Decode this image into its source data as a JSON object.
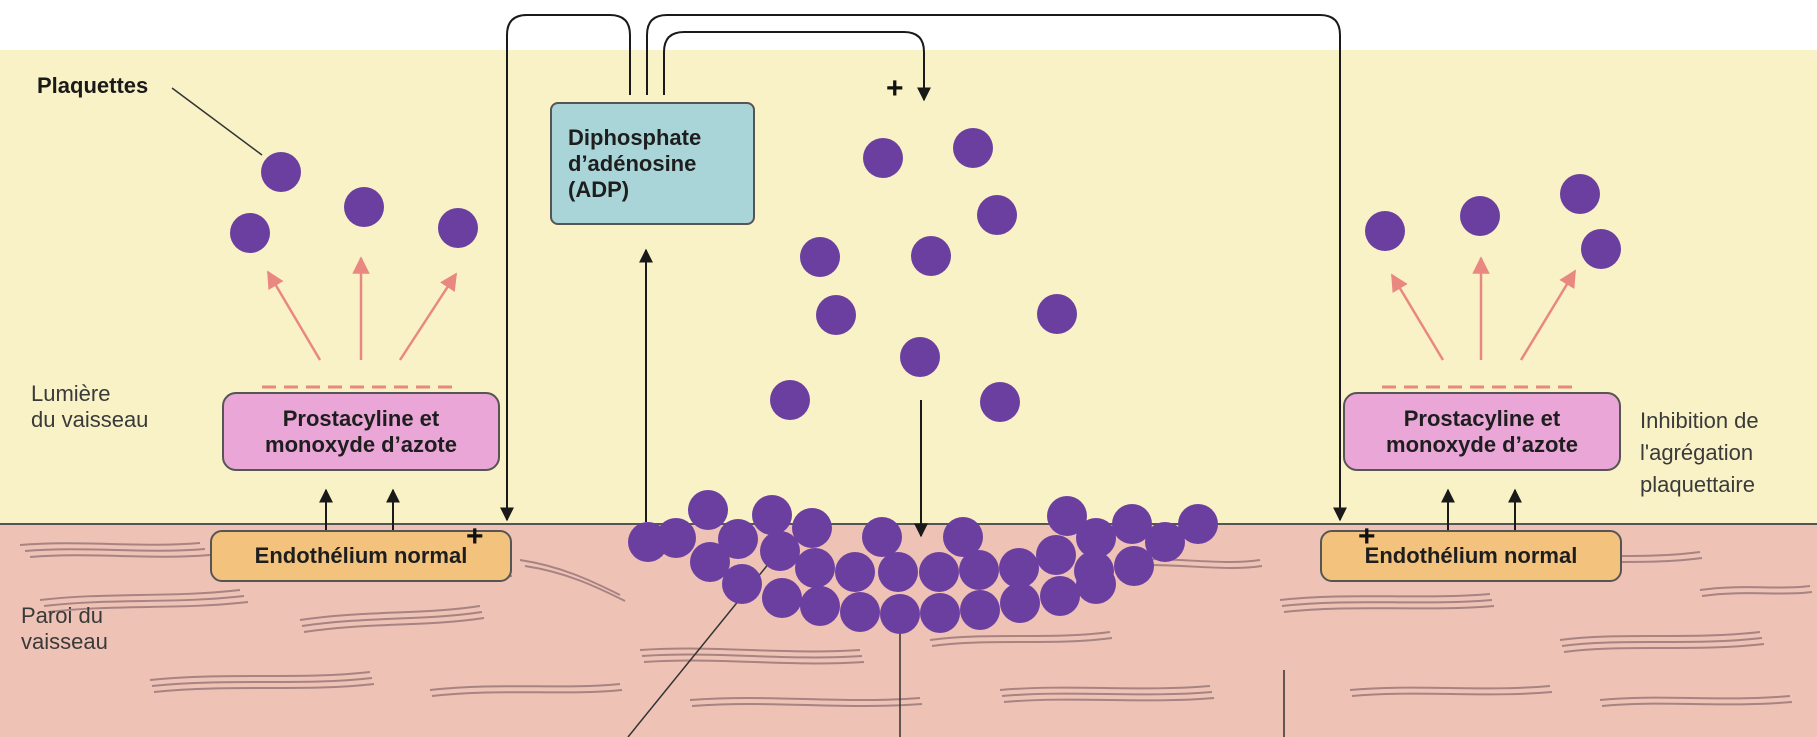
{
  "labels": {
    "platelets": "Plaquettes",
    "lumen_line1": "Lumière",
    "lumen_line2": "du vaisseau",
    "wall_line1": "Paroi du",
    "wall_line2": "vaisseau",
    "inhibition_line1": "Inhibition de",
    "inhibition_line2": "l'agrégation",
    "inhibition_line3": "plaquettaire"
  },
  "boxes": {
    "adp_line1": "Diphosphate",
    "adp_line2": "d’adénosine",
    "adp_line3": "(ADP)",
    "prostacyclin_left_line1": "Prostacyline et",
    "prostacyclin_left_line2": "monoxyde d’azote",
    "prostacyclin_right_line1": "Prostacyline et",
    "prostacyclin_right_line2": "monoxyde d’azote",
    "endothelium_left": "Endothélium normal",
    "endothelium_right": "Endothélium normal"
  },
  "signs": {
    "plus_left": "+",
    "plus_center": "+",
    "plus_right": "+"
  },
  "colors": {
    "lumen": "#f8f2c6",
    "wall": "#efc2b6",
    "platelet": "#6a3fa0",
    "pink_arrow": "#e98880",
    "adp_box": "#a9d4d8",
    "prostacyclin_box": "#e9a6d6",
    "endothelium_box": "#f3c27d"
  }
}
